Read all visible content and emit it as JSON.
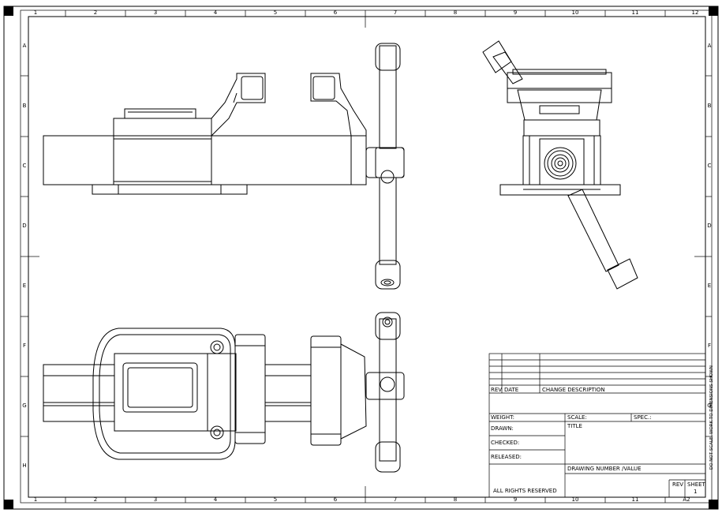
{
  "sheet": {
    "columns": [
      "1",
      "2",
      "3",
      "4",
      "5",
      "6",
      "7",
      "8",
      "9",
      "10",
      "11",
      "12"
    ],
    "rows": [
      "A",
      "B",
      "C",
      "D",
      "E",
      "F",
      "G",
      "H"
    ],
    "size_code": "A2"
  },
  "title_block": {
    "rev_col": "REV",
    "date_col": "DATE",
    "change_col": "CHANGE DESCRIPTION",
    "weight": "WEIGHT:",
    "scale": "SCALE:",
    "spec": "SPEC.:",
    "title": "TITLE",
    "drawn": "DRAWN:",
    "checked": "CHECKED:",
    "released": "RELEASED:",
    "drawing_number": "DRAWING NUMBER /VALUE",
    "rights": "ALL RIGHTS RESERVED",
    "rev": "REV",
    "sheet": "SHEET",
    "sheet_no": "1",
    "side_note": "DO NOT SCALE, WORK TO DIMENSIONS SHOWN"
  },
  "views": [
    "front-view",
    "side-view",
    "top-view",
    "handle-view"
  ]
}
